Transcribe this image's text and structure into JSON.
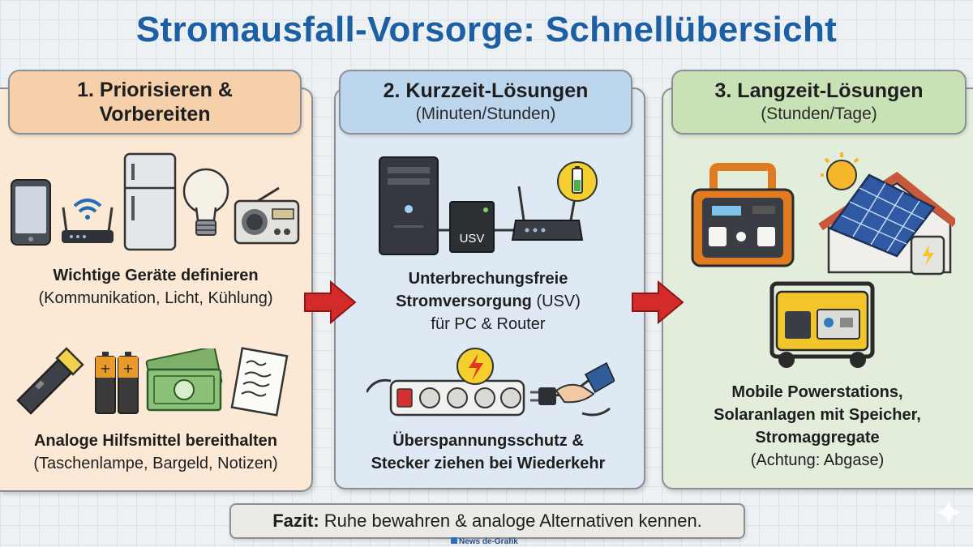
{
  "title": "Stromausfall-Vorsorge: Schnellübersicht",
  "columns": [
    {
      "heading_line1": "1. Priorisieren &",
      "heading_line2": "Vorbereiten",
      "block1_bold": "Wichtige Geräte definieren",
      "block1_text": "(Kommunikation, Licht, Kühlung)",
      "block2_bold": "Analoge Hilfsmittel bereithalten",
      "block2_text": "(Taschenlampe, Bargeld, Notizen)"
    },
    {
      "heading": "2. Kurzzeit-Lösungen",
      "subheading": "(Minuten/Stunden)",
      "block1_bold_line1": "Unterbrechungsfreie",
      "block1_bold_line2": "Stromversorgung",
      "block1_paren": "(USV)",
      "block1_line3": "für PC & Router",
      "ups_label": "USV",
      "block2_bold_line1": "Überspannungsschutz &",
      "block2_bold_line2": "Stecker ziehen bei Wiederkehr"
    },
    {
      "heading": "3. Langzeit-Lösungen",
      "subheading": "(Stunden/Tage)",
      "line1": "Mobile Powerstations,",
      "line2": "Solaranlagen mit Speicher,",
      "line3": "Stromaggregate",
      "line4": "(Achtung: Abgase)"
    }
  ],
  "fazit": {
    "label": "Fazit:",
    "text": "Ruhe bewahren & analoge Alternativen kennen."
  },
  "credit": "News de-Grafik",
  "colors": {
    "title": "#1d5fa3",
    "arrow": "#d42a2a",
    "col1": "#fbe9d6",
    "col2": "#dfe9f3",
    "col3": "#e2eedb"
  }
}
